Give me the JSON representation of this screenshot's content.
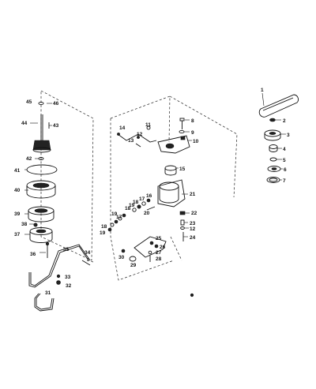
{
  "callouts": [
    {
      "id": "c1",
      "text": "1"
    },
    {
      "id": "c2",
      "text": "2"
    },
    {
      "id": "c3",
      "text": "3"
    },
    {
      "id": "c4",
      "text": "4"
    },
    {
      "id": "c5",
      "text": "5"
    },
    {
      "id": "c6",
      "text": "6"
    },
    {
      "id": "c7",
      "text": "7"
    },
    {
      "id": "c8",
      "text": "8"
    },
    {
      "id": "c9",
      "text": "9"
    },
    {
      "id": "c10",
      "text": "10"
    },
    {
      "id": "c11",
      "text": "11"
    },
    {
      "id": "c12a",
      "text": "12"
    },
    {
      "id": "c12b",
      "text": "12"
    },
    {
      "id": "c13",
      "text": "13"
    },
    {
      "id": "c14",
      "text": "14"
    },
    {
      "id": "c15",
      "text": "15"
    },
    {
      "id": "c16",
      "text": "16"
    },
    {
      "id": "c17a",
      "text": "17"
    },
    {
      "id": "c17b",
      "text": "17"
    },
    {
      "id": "c18a",
      "text": "18"
    },
    {
      "id": "c18b",
      "text": "18"
    },
    {
      "id": "c18c",
      "text": "18"
    },
    {
      "id": "c19a",
      "text": "19"
    },
    {
      "id": "c19b",
      "text": "19"
    },
    {
      "id": "c19c",
      "text": "19"
    },
    {
      "id": "c20",
      "text": "20"
    },
    {
      "id": "c21",
      "text": "21"
    },
    {
      "id": "c22",
      "text": "22"
    },
    {
      "id": "c23",
      "text": "23"
    },
    {
      "id": "c24",
      "text": "24"
    },
    {
      "id": "c25",
      "text": "25"
    },
    {
      "id": "c26",
      "text": "26"
    },
    {
      "id": "c27",
      "text": "27"
    },
    {
      "id": "c28",
      "text": "28"
    },
    {
      "id": "c29",
      "text": "29"
    },
    {
      "id": "c30",
      "text": "30"
    },
    {
      "id": "c31",
      "text": "31"
    },
    {
      "id": "c32",
      "text": "32"
    },
    {
      "id": "c33",
      "text": "33"
    },
    {
      "id": "c34",
      "text": "34"
    },
    {
      "id": "c35",
      "text": "35"
    },
    {
      "id": "c36",
      "text": "36"
    },
    {
      "id": "c37",
      "text": "37"
    },
    {
      "id": "c38",
      "text": "38"
    },
    {
      "id": "c39",
      "text": "39"
    },
    {
      "id": "c40",
      "text": "40"
    },
    {
      "id": "c41",
      "text": "41"
    },
    {
      "id": "c42",
      "text": "42"
    },
    {
      "id": "c43",
      "text": "43"
    },
    {
      "id": "c44",
      "text": "44"
    },
    {
      "id": "c45",
      "text": "45"
    },
    {
      "id": "c46",
      "text": "46"
    }
  ]
}
